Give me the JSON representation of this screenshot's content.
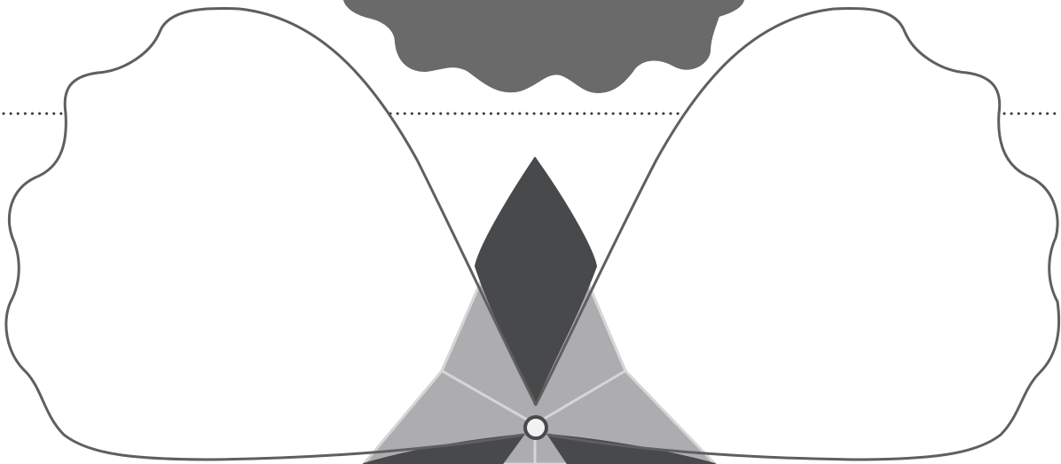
{
  "figure": {
    "description_note": "",
    "palette": {
      "background": "#ffffff",
      "outline": "#5f5f5f",
      "cloud_fill": "#6a6a6a",
      "star_light": "#adadaf",
      "star_dark": "#48494b",
      "star_edge": "#d6d6d8",
      "center_node": "#f2f2f2",
      "dotted_line": "#3a3a3a"
    },
    "elements": [
      {
        "name": "dark-cloud",
        "kind": "cloud"
      },
      {
        "name": "dotted-horizon-line",
        "kind": "dotted-line"
      },
      {
        "name": "left-petal",
        "kind": "petal-outline"
      },
      {
        "name": "right-petal",
        "kind": "petal-outline"
      },
      {
        "name": "star-crystal",
        "kind": "star"
      },
      {
        "name": "star-center-node",
        "kind": "node"
      }
    ]
  }
}
